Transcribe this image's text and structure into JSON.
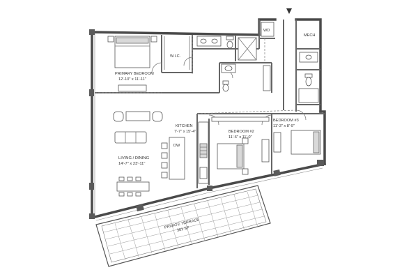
{
  "rooms": {
    "primary_bedroom": {
      "name": "PRIMARY BEDROOM",
      "dims": "12'-10\" x 11'-11\""
    },
    "wic": {
      "name": "W.I.C."
    },
    "wd": {
      "name": "WD"
    },
    "mech": {
      "name": "MECH"
    },
    "kitchen": {
      "name": "KITCHEN",
      "dims": "7'-7\" x 15'-4\""
    },
    "dw": {
      "name": "DW"
    },
    "bedroom2": {
      "name": "BEDROOM #2",
      "dims": "11'-6\" x 11'-0\""
    },
    "bedroom3": {
      "name": "BEDROOM #3",
      "dims": "11'-3\" x 8'-9\""
    },
    "living": {
      "name": "LIVING / DINING",
      "dims": "14'-7\" x 23'-11\""
    },
    "terrace": {
      "name": "PRIVATE TERRACE",
      "dims": "301 SF"
    }
  }
}
